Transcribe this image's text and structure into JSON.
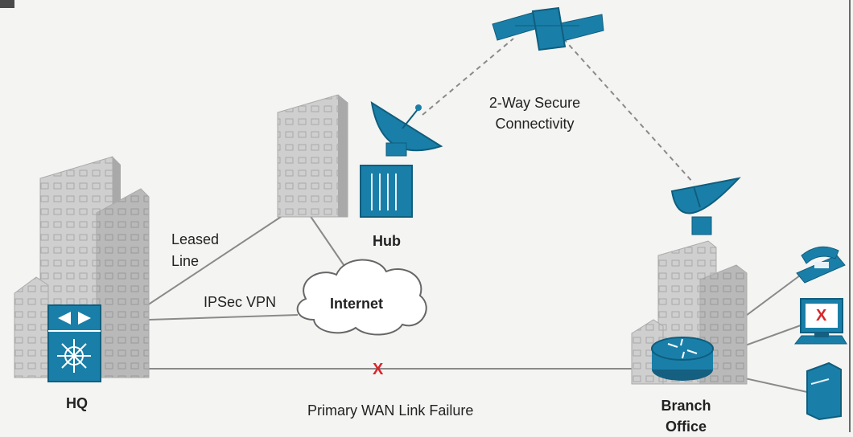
{
  "labels": {
    "satellite_caption": "2-Way Secure\nConnectivity",
    "hub": "Hub",
    "leased_line": "Leased\nLine",
    "ipsec_vpn": "IPSec VPN",
    "internet": "Internet",
    "hq": "HQ",
    "wan_failure": "Primary WAN Link Failure",
    "branch_office": "Branch\nOffice",
    "x_mark": "X",
    "pc_x_mark": "X"
  },
  "colors": {
    "device_blue": "#1a7fa8",
    "building_gray": "#c9c9c9",
    "failure_red": "#d9262b",
    "line_gray": "#8a8a8a"
  }
}
